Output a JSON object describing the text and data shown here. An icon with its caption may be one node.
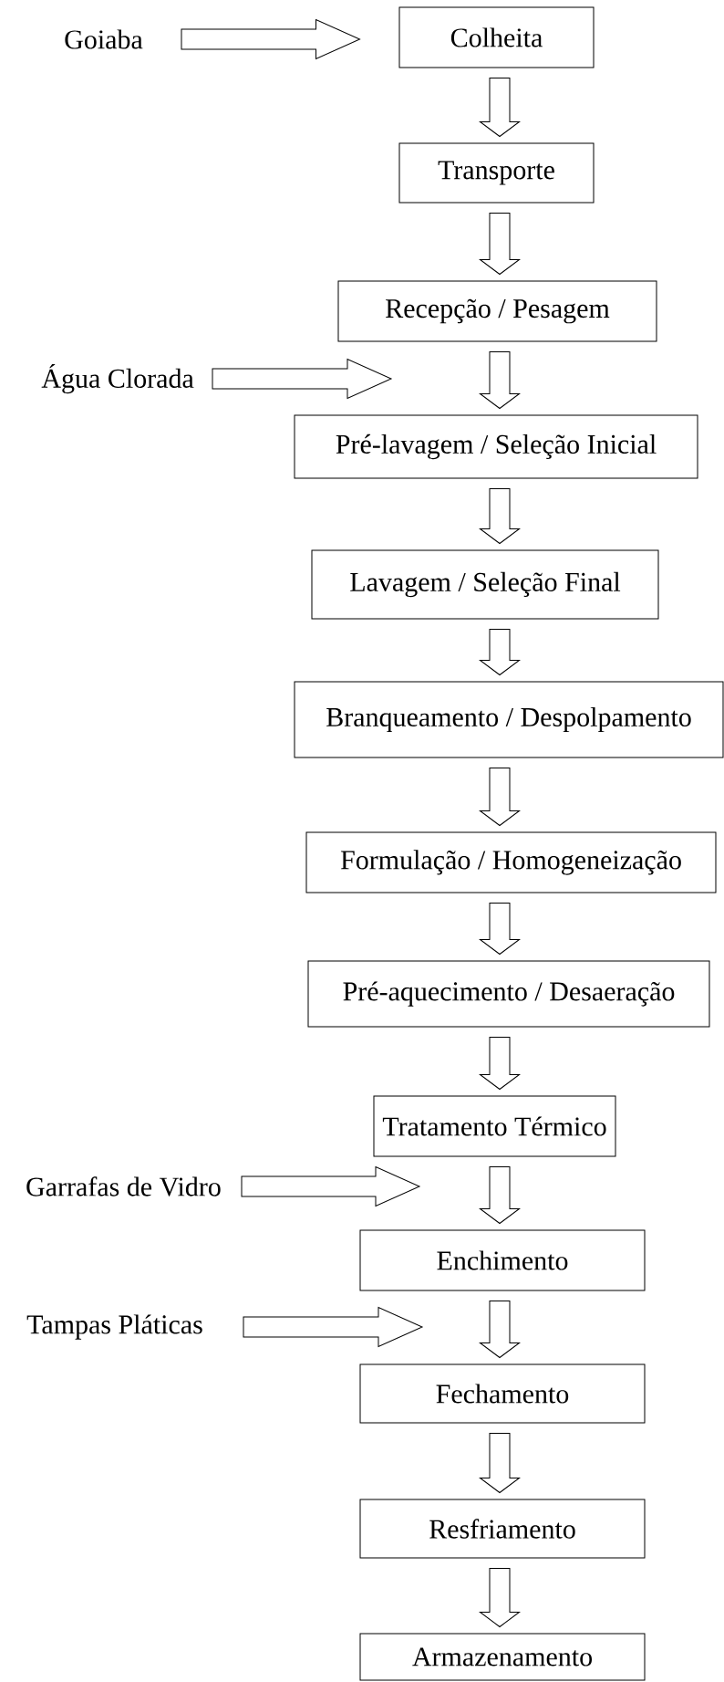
{
  "diagram": {
    "nodes": [
      {
        "text": [
          "Goiaba"
        ]
      },
      {
        "text": [
          "Colheita"
        ]
      },
      {
        "text": [
          "Transporte"
        ]
      },
      {
        "text": [
          "Recepção / Pesagem"
        ]
      },
      {
        "text": [
          "Água Clorada"
        ]
      },
      {
        "text": [
          "Pré-lavagem / Seleção Inicial"
        ]
      },
      {
        "text": [
          "Lavagem / Seleção Final"
        ]
      },
      {
        "text": [
          "Branqueamento / Despolpamento"
        ]
      },
      {
        "text": [
          "Formulação / Homogeneização"
        ]
      },
      {
        "text": [
          "Pré-aquecimento / Desaeração"
        ]
      },
      {
        "text": [
          "Tratamento Térmico"
        ]
      },
      {
        "text": [
          "Garrafas de Vidro"
        ]
      },
      {
        "text": [
          "Enchimento"
        ]
      },
      {
        "text": [
          "Tampas Pláticas"
        ]
      },
      {
        "text": [
          "Fechamento"
        ]
      },
      {
        "text": [
          "Resfriamento"
        ]
      },
      {
        "text": [
          "Armazenamento"
        ]
      }
    ],
    "edges": [
      {
        "from": 0,
        "to": 1,
        "arrow": "to"
      },
      {
        "from": 1,
        "to": 2,
        "arrow": "to"
      },
      {
        "from": 2,
        "to": 3,
        "arrow": "to"
      },
      {
        "from": 4,
        "to": null,
        "arrow": "to"
      },
      {
        "from": 3,
        "to": 5,
        "arrow": "to"
      },
      {
        "from": 5,
        "to": 6,
        "arrow": "to"
      },
      {
        "from": 6,
        "to": 7,
        "arrow": "to"
      },
      {
        "from": 7,
        "to": 8,
        "arrow": "to"
      },
      {
        "from": 8,
        "to": 9,
        "arrow": "to"
      },
      {
        "from": 9,
        "to": 10,
        "arrow": "to"
      },
      {
        "from": 11,
        "to": null,
        "arrow": "to"
      },
      {
        "from": 10,
        "to": 12,
        "arrow": "to"
      },
      {
        "from": 13,
        "to": null,
        "arrow": "to"
      },
      {
        "from": 12,
        "to": 14,
        "arrow": "to"
      },
      {
        "from": 14,
        "to": 15,
        "arrow": "to"
      },
      {
        "from": 15,
        "to": 16,
        "arrow": "to"
      }
    ]
  }
}
